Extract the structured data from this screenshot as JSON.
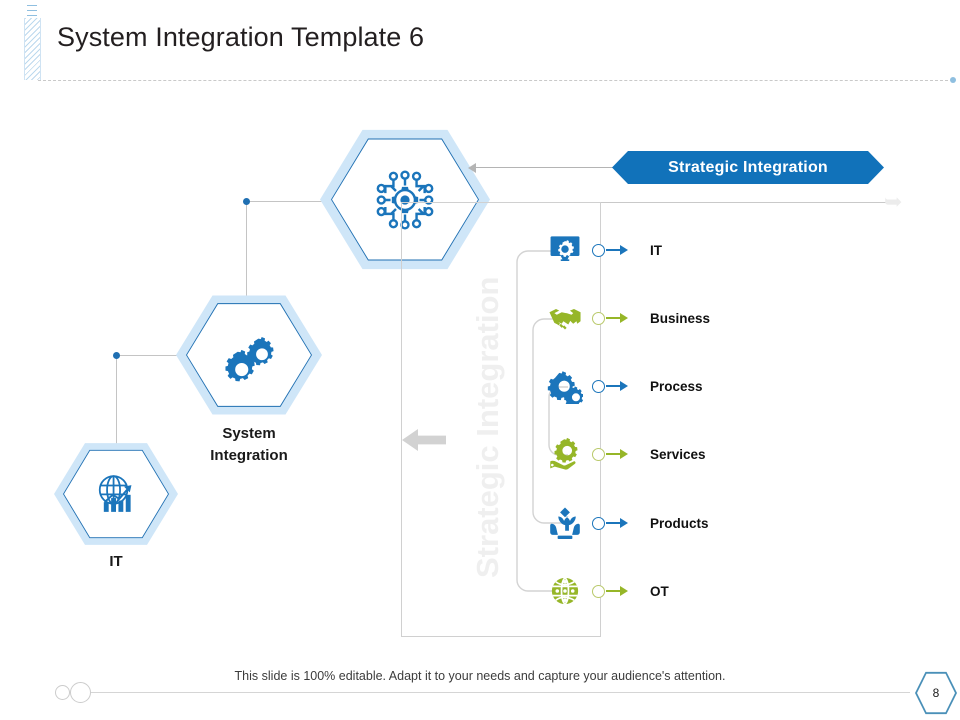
{
  "slide": {
    "title": "System Integration Template 6",
    "page_number": "8",
    "footer_note": "This slide is 100% editable. Adapt it to your needs and capture your audience's attention.",
    "watermark": "Strategic Integration"
  },
  "colors": {
    "brand_blue": "#1172ba",
    "icon_blue": "#1b75bb",
    "icon_green": "#96b628",
    "hex_halo": "#cfe6f8",
    "hex_stroke": "#1f6fb2",
    "line_gray": "#c4c4c4",
    "watermark_gray": "#efefef"
  },
  "banner": {
    "label": "Strategic Integration"
  },
  "hexagons": [
    {
      "label": "",
      "icon": "network-gear-icon"
    },
    {
      "label": "System\nIntegration",
      "line1": "System",
      "line2": "Integration",
      "icon": "two-gears-icon"
    },
    {
      "label": "IT",
      "icon": "globe-chart-icon"
    }
  ],
  "items": [
    {
      "label": "IT",
      "icon": "monitor-gear-icon",
      "color": "#1b75bb"
    },
    {
      "label": "Business",
      "icon": "handshake-icon",
      "color": "#96b628"
    },
    {
      "label": "Process",
      "icon": "gears-icon",
      "color": "#1b75bb"
    },
    {
      "label": "Services",
      "icon": "hand-gear-icon",
      "color": "#96b628"
    },
    {
      "label": "Products",
      "icon": "hands-plant-icon",
      "color": "#1b75bb"
    },
    {
      "label": "OT",
      "icon": "globe-network-icon",
      "color": "#96b628"
    }
  ]
}
